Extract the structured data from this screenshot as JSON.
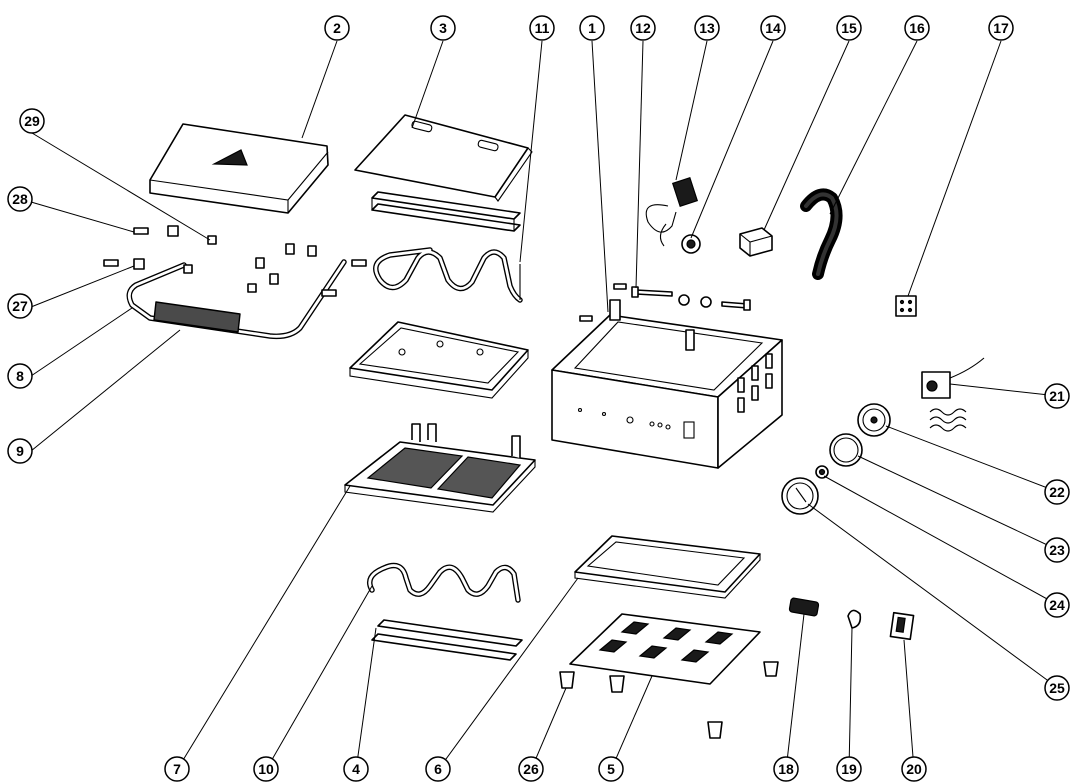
{
  "diagram": {
    "type": "exploded-parts-view",
    "callouts": [
      "1",
      "2",
      "3",
      "4",
      "5",
      "6",
      "7",
      "8",
      "9",
      "10",
      "11",
      "12",
      "13",
      "14",
      "15",
      "16",
      "17",
      "18",
      "19",
      "20",
      "21",
      "22",
      "23",
      "24",
      "25",
      "26",
      "27",
      "28",
      "29"
    ]
  }
}
